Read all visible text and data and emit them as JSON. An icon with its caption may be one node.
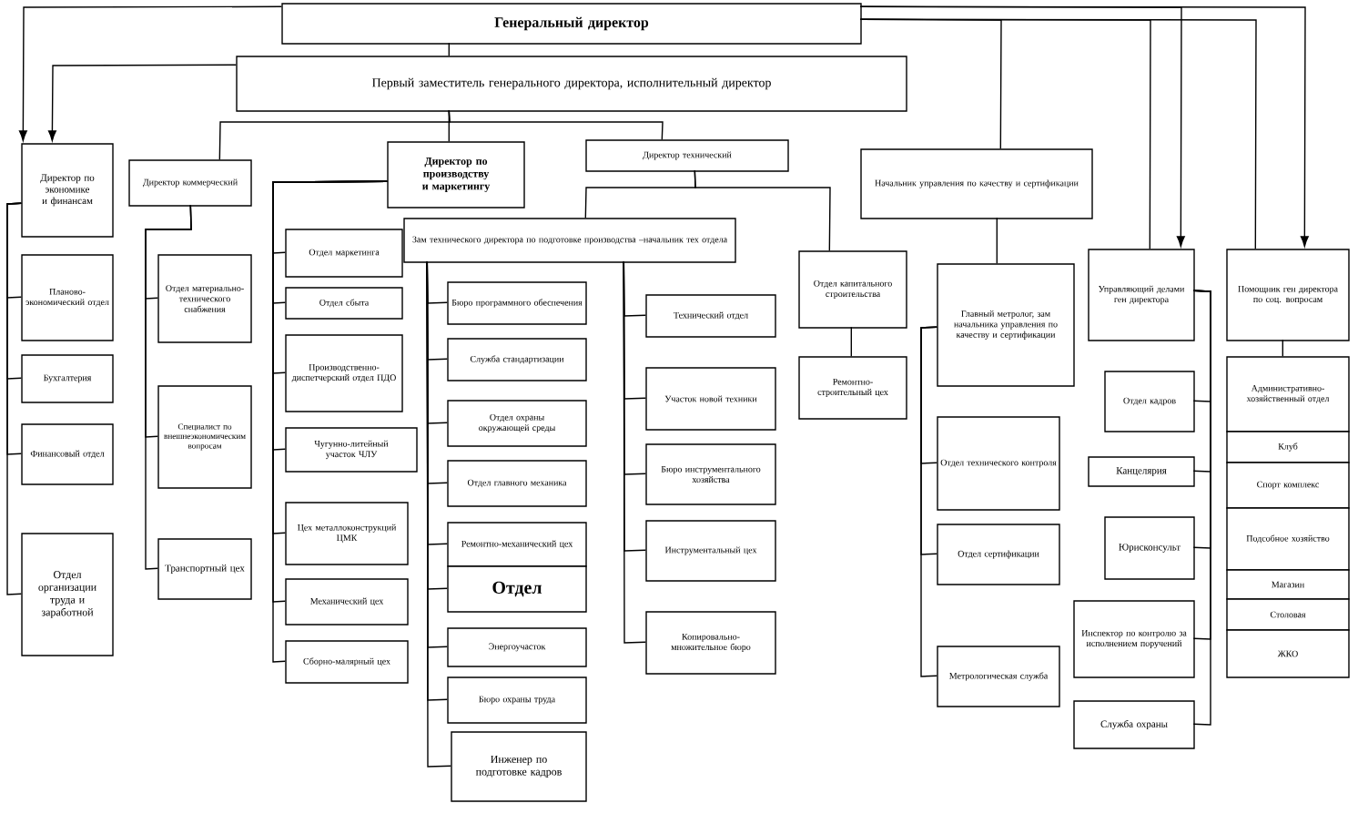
{
  "diagram": {
    "nodes": [
      {
        "text": [
          "Генеральный директор"
        ]
      },
      {
        "text": [
          "Первый заместитель генерального директора, исполнительный директор"
        ]
      },
      {
        "text": [
          "Директор по экономике и финансам"
        ]
      },
      {
        "text": [
          "Планово-экономический отдел"
        ]
      },
      {
        "text": [
          "Бухгалтерия"
        ]
      },
      {
        "text": [
          "Финансовый отдел"
        ]
      },
      {
        "text": [
          "Отдел организации труда и заработной"
        ]
      },
      {
        "text": [
          "Директор коммерческий"
        ]
      },
      {
        "text": [
          "Отдел материально-технического снабжения"
        ]
      },
      {
        "text": [
          "Специалист по внешнеэкономическим вопросам"
        ]
      },
      {
        "text": [
          "Транспортный цех"
        ]
      },
      {
        "text": [
          "Директор по производству и маркетингу"
        ]
      },
      {
        "text": [
          "Отдел маркетинга"
        ]
      },
      {
        "text": [
          "Отдел сбыта"
        ]
      },
      {
        "text": [
          "Производственно-диспетчерский отдел ПДО"
        ]
      },
      {
        "text": [
          "Чугунно-литейный участок ЧЛУ"
        ]
      },
      {
        "text": [
          "Цех металлоконструкций ЦМК"
        ]
      },
      {
        "text": [
          "Механический цех"
        ]
      },
      {
        "text": [
          "Сборно-малярный цех"
        ]
      },
      {
        "text": [
          "Директор технический"
        ]
      },
      {
        "text": [
          "Зам технического директора по подготовке производства –начальник тех отдела"
        ]
      },
      {
        "text": [
          "Бюро программного обеспечения"
        ]
      },
      {
        "text": [
          "Служба стандартизации"
        ]
      },
      {
        "text": [
          "Отдел охраны окружающей среды"
        ]
      },
      {
        "text": [
          "Отдел главного механика"
        ]
      },
      {
        "text": [
          "Ремонтно-механический цех"
        ]
      },
      {
        "text": [
          "Отдел"
        ]
      },
      {
        "text": [
          "Энергоучасток"
        ]
      },
      {
        "text": [
          "Бюро охраны труда"
        ]
      },
      {
        "text": [
          "Инженер по подготовке кадров"
        ]
      },
      {
        "text": [
          "Технический отдел"
        ]
      },
      {
        "text": [
          "Участок новой техники"
        ]
      },
      {
        "text": [
          "Бюро инструментального хозяйства"
        ]
      },
      {
        "text": [
          "Инструментальный цех"
        ]
      },
      {
        "text": [
          "Копировально-множительное бюро"
        ]
      },
      {
        "text": [
          "Отдел капитального строительства"
        ]
      },
      {
        "text": [
          "Ремонтно-строительный цех"
        ]
      },
      {
        "text": [
          "Начальник управления по качеству и сертификации"
        ]
      },
      {
        "text": [
          "Главный метролог, зам начальника управления по качеству и сертификации"
        ]
      },
      {
        "text": [
          "Отдел технического контроля"
        ]
      },
      {
        "text": [
          "Отдел сертификации"
        ]
      },
      {
        "text": [
          "Метрологическая служба"
        ]
      },
      {
        "text": [
          "Управляющий делами ген директора"
        ]
      },
      {
        "text": [
          "Отдел кадров"
        ]
      },
      {
        "text": [
          "Канцелярия"
        ]
      },
      {
        "text": [
          "Юрисконсульт"
        ]
      },
      {
        "text": [
          "Инспектор по контролю за исполнением поручений"
        ]
      },
      {
        "text": [
          "Служба охраны"
        ]
      },
      {
        "text": [
          "Помощник ген директора по соц. вопросам"
        ]
      },
      {
        "text": [
          "Административно-хозяйственный отдел"
        ]
      },
      {
        "text": [
          "Клуб"
        ]
      },
      {
        "text": [
          "Спорт комплекс"
        ]
      },
      {
        "text": [
          "Подсобное хозяйство"
        ]
      },
      {
        "text": [
          "Магазин"
        ]
      },
      {
        "text": [
          "Столовая"
        ]
      },
      {
        "text": [
          "ЖКО"
        ]
      }
    ],
    "edges": [
      {
        "from": 0,
        "to": 1,
        "arrow": "none"
      },
      {
        "from": 0,
        "to": 2,
        "arrow": "to"
      },
      {
        "from": 1,
        "to": 2,
        "arrow": "to"
      },
      {
        "from": 0,
        "to": 37,
        "arrow": "none"
      },
      {
        "from": 0,
        "to": 42,
        "arrow": "none"
      },
      {
        "from": 0,
        "to": 42,
        "arrow": "to"
      },
      {
        "from": 0,
        "to": 48,
        "arrow": "none"
      },
      {
        "from": 0,
        "to": 48,
        "arrow": "to"
      },
      {
        "from": 1,
        "to": 7,
        "arrow": "none"
      },
      {
        "from": 1,
        "to": 11,
        "arrow": "none"
      },
      {
        "from": 1,
        "to": 19,
        "arrow": "none"
      },
      {
        "from": 19,
        "to": 20,
        "arrow": "none"
      },
      {
        "from": 19,
        "to": 35,
        "arrow": "none"
      },
      {
        "from": 35,
        "to": 36,
        "arrow": "none"
      },
      {
        "from": 37,
        "to": 38,
        "arrow": "none"
      },
      {
        "from": 48,
        "to": 49,
        "arrow": "none"
      },
      {
        "from": 2,
        "to": 3,
        "arrow": "none"
      },
      {
        "from": 2,
        "to": 4,
        "arrow": "none"
      },
      {
        "from": 2,
        "to": 5,
        "arrow": "none"
      },
      {
        "from": 2,
        "to": 6,
        "arrow": "none"
      },
      {
        "from": 7,
        "to": 8,
        "arrow": "none"
      },
      {
        "from": 7,
        "to": 9,
        "arrow": "none"
      },
      {
        "from": 7,
        "to": 10,
        "arrow": "none"
      },
      {
        "from": 11,
        "to": 12,
        "arrow": "none"
      },
      {
        "from": 11,
        "to": 13,
        "arrow": "none"
      },
      {
        "from": 11,
        "to": 14,
        "arrow": "none"
      },
      {
        "from": 11,
        "to": 15,
        "arrow": "none"
      },
      {
        "from": 11,
        "to": 16,
        "arrow": "none"
      },
      {
        "from": 11,
        "to": 17,
        "arrow": "none"
      },
      {
        "from": 11,
        "to": 18,
        "arrow": "none"
      },
      {
        "from": 20,
        "to": 21,
        "arrow": "none"
      },
      {
        "from": 20,
        "to": 22,
        "arrow": "none"
      },
      {
        "from": 20,
        "to": 23,
        "arrow": "none"
      },
      {
        "from": 20,
        "to": 24,
        "arrow": "none"
      },
      {
        "from": 20,
        "to": 25,
        "arrow": "none"
      },
      {
        "from": 20,
        "to": 26,
        "arrow": "none"
      },
      {
        "from": 20,
        "to": 27,
        "arrow": "none"
      },
      {
        "from": 20,
        "to": 28,
        "arrow": "none"
      },
      {
        "from": 20,
        "to": 29,
        "arrow": "none"
      },
      {
        "from": 20,
        "to": 30,
        "arrow": "none"
      },
      {
        "from": 20,
        "to": 31,
        "arrow": "none"
      },
      {
        "from": 20,
        "to": 32,
        "arrow": "none"
      },
      {
        "from": 20,
        "to": 33,
        "arrow": "none"
      },
      {
        "from": 20,
        "to": 34,
        "arrow": "none"
      },
      {
        "from": 38,
        "to": 39,
        "arrow": "none"
      },
      {
        "from": 38,
        "to": 40,
        "arrow": "none"
      },
      {
        "from": 38,
        "to": 41,
        "arrow": "none"
      },
      {
        "from": 42,
        "to": 43,
        "arrow": "none"
      },
      {
        "from": 42,
        "to": 44,
        "arrow": "none"
      },
      {
        "from": 42,
        "to": 45,
        "arrow": "none"
      },
      {
        "from": 42,
        "to": 46,
        "arrow": "none"
      },
      {
        "from": 42,
        "to": 47,
        "arrow": "none"
      }
    ]
  }
}
